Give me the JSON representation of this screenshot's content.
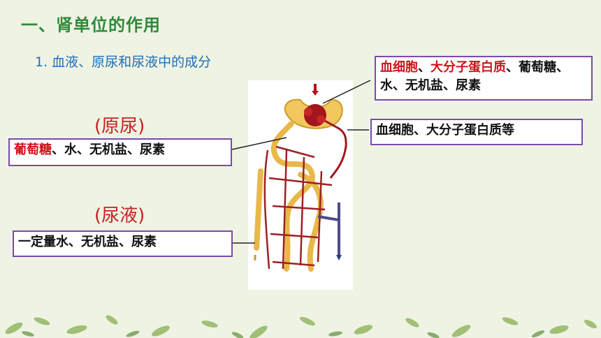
{
  "slide": {
    "title": "一、肾单位的作用",
    "subtitle": "1. 血液、原尿和尿液中的成分"
  },
  "labels": {
    "urine_primary_heading": "(原尿)",
    "urine_final_heading": "(尿液)",
    "blood_part1": "血细胞",
    "blood_sep1": "、",
    "blood_part2": "大分子蛋白质",
    "blood_rest": "、葡萄糖、水、无机盐、尿素",
    "primary_part1": "葡萄糖",
    "primary_rest": "、水、无机盐、尿素",
    "filtered_out": "血细胞、大分子蛋白质等",
    "final_urine": "一定量水、无机盐、尿素"
  },
  "colors": {
    "title": "#2f8a3a",
    "subtitle": "#1f6fb4",
    "highlight": "#d0121b",
    "box_border": "#7b4aa8"
  }
}
